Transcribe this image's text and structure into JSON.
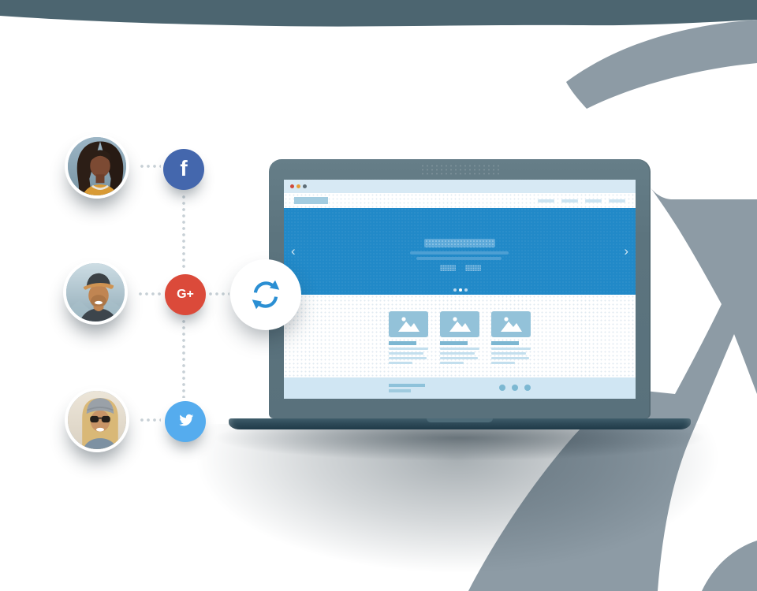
{
  "illustration": {
    "description": "social accounts syncing to a website on a laptop",
    "background": {
      "top_band_color": "#4c6570",
      "swoosh_color": "#8d9ba5",
      "canvas_color": "#ffffff"
    },
    "connectors": {
      "style": "dotted",
      "dot_color": "#c7d0d6"
    },
    "avatars": [
      {
        "id": "avatar-1",
        "description": "woman with dark curly hair and orange top"
      },
      {
        "id": "avatar-2",
        "description": "smiling man wearing a cap"
      },
      {
        "id": "avatar-3",
        "description": "blonde woman with sunglasses and beanie"
      }
    ],
    "social": {
      "facebook": {
        "glyph": "f",
        "color": "#4467ad"
      },
      "google_plus": {
        "glyph": "G+",
        "color": "#db4a3a"
      },
      "twitter": {
        "icon": "twitter-bird-icon",
        "color": "#55acee"
      }
    },
    "sync": {
      "icon": "refresh-icon",
      "icon_color": "#2b8fd3",
      "bubble_color": "#ffffff"
    },
    "laptop": {
      "frame_color": "#5c747e",
      "base_color": "#2b4755",
      "browser": {
        "chrome_color": "#d7e9f4",
        "window_button_colors": [
          "#cf4a3a",
          "#e79f37",
          "#5d6d76"
        ],
        "logo_color": "#a3cce0",
        "nav_link_count": 4
      },
      "hero": {
        "color": "#2189c8",
        "prev_glyph": "‹",
        "next_glyph": "›",
        "title_bar_color": "#5da9d9",
        "line_color": "#4d9fd3",
        "indicator_dot_count": 3
      },
      "cards": {
        "count": 3,
        "image_color": "#93c2d9",
        "image_icon": "picture-icon",
        "heading_color": "#7db7d2",
        "line_color": "#c3dfee"
      },
      "footer": {
        "color": "#d0e6f3",
        "bar_color": "#8ec2da",
        "dot_count": 3,
        "dot_color": "#7cb8d2"
      }
    }
  }
}
